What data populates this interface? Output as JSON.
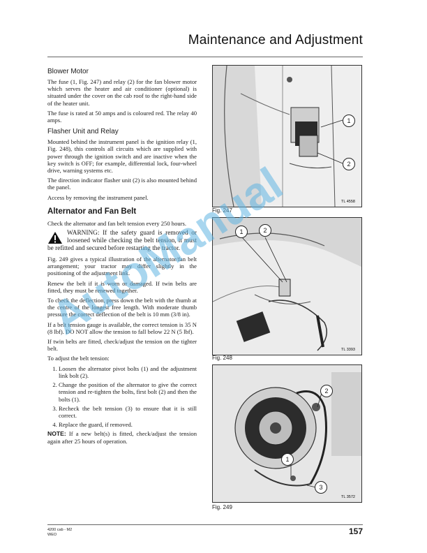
{
  "header": {
    "title": "Maintenance and Adjustment"
  },
  "blower": {
    "heading": "Blower Motor",
    "p1": "The fuse (1, Fig. 247) and relay (2) for the fan blower motor which serves the heater and air conditioner (optional) is situated under the cover on the cab roof to the right-hand side of the heater unit.",
    "p2": "The fuse is rated at 50 amps and is coloured red. The relay 40 amps."
  },
  "flasher": {
    "heading": "Flasher Unit and Relay",
    "p1": "Mounted behind the instrument panel is the ignition relay (1, Fig. 248), this controls all circuits which are supplied with power through the ignition switch and are inactive when the key switch is OFF; for example, differential lock, four-wheel drive, warning systems etc.",
    "p2": "The direction indicator flasher unit (2) is also mounted behind the panel.",
    "p3": "Access by removing the instrument panel."
  },
  "alternator": {
    "heading": "Alternator and Fan Belt",
    "lead": "Check the alternator and fan belt tension every 250 hours.",
    "warning": "WARNING: If the safety guard is removed or loosened while checking the belt tension, it must be refitted and secured before restarting the tractor.",
    "p1": "Fig. 249 gives a typical illustration of the alternator/fan belt arrangement; your tractor may differ slightly in the positioning of the adjustment link.",
    "p2": "Renew the belt if it is worn or damaged. If twin belts are fitted, they must be renewed together.",
    "p3": "To check the deflection, press down the belt with the thumb at the centre of the longest free length. With moderate thumb pressure the correct deflection of the belt is 10 mm (3/8 in).",
    "p4": "If a belt tension gauge is available, the correct tension is 35 N (8 lbf). DO NOT allow the tension to fall below 22 N (5 lbf).",
    "p5": "If twin belts are fitted, check/adjust the tension on the tighter belt.",
    "p6": "To adjust the belt tension:",
    "steps": [
      "Loosen the alternator pivot bolts (1) and the adjustment link bolt (2).",
      "Change the position of the alternator to give the correct tension and re-tighten the bolts, first bolt (2) and then the bolts (1).",
      "Recheck the belt tension (3) to ensure that it is still correct.",
      "Replace the guard, if removed."
    ],
    "note_label": "NOTE:",
    "note_text": " If a new belt(s) is fitted, check/adjust the tension again after 25 hours of operation."
  },
  "figures": {
    "f247": {
      "label": "Fig. 247",
      "tl": "TL 4558",
      "c1": "1",
      "c2": "2"
    },
    "f248": {
      "label": "Fig. 248",
      "tl": "TL 3393",
      "c1": "1",
      "c2": "2"
    },
    "f249": {
      "label": "Fig. 249",
      "tl": "TL 3572",
      "c1": "1",
      "c2": "2",
      "c3": "3"
    }
  },
  "footer": {
    "line1": "4200 cab - M2",
    "line2": "WEO",
    "page": "157"
  },
  "watermark": {
    "text": "AutoManual"
  }
}
